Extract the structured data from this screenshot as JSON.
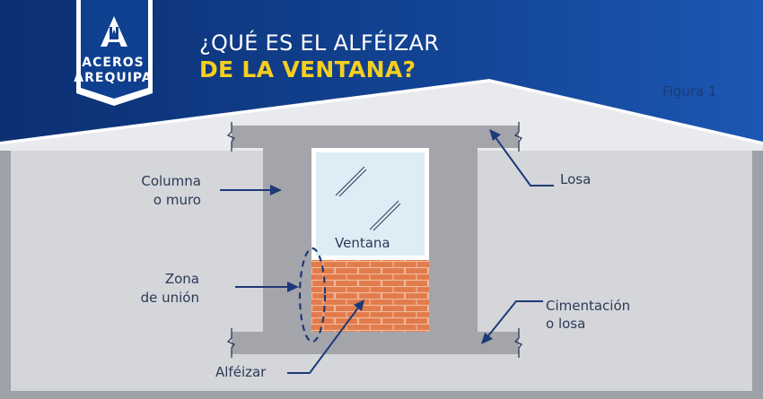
{
  "header": {
    "title_line1": "¿QUÉ ES EL ALFÉIZAR",
    "title_line2": "DE LA VENTANA?",
    "figure_label": "Figura 1"
  },
  "brand": {
    "name_line1": "ACEROS",
    "name_line2": "AREQUIPA",
    "logo_icon": "aceros-arequipa-logo-icon"
  },
  "labels": {
    "columna_line1": "Columna",
    "columna_line2": "o muro",
    "zona_line1": "Zona",
    "zona_line2": "de unión",
    "losa": "Losa",
    "ventana": "Ventana",
    "cimentacion_line1": "Cimentación",
    "cimentacion_line2": "o losa",
    "alfeizar": "Alféizar"
  },
  "colors": {
    "header_blue": "#123f8c",
    "accent_yellow": "#f6cf1e",
    "concrete": "#a3a5aa",
    "brick": "#e07a4a",
    "glass": "#dbeef6",
    "text": "#2b3a55",
    "arrow": "#1d3a78"
  }
}
